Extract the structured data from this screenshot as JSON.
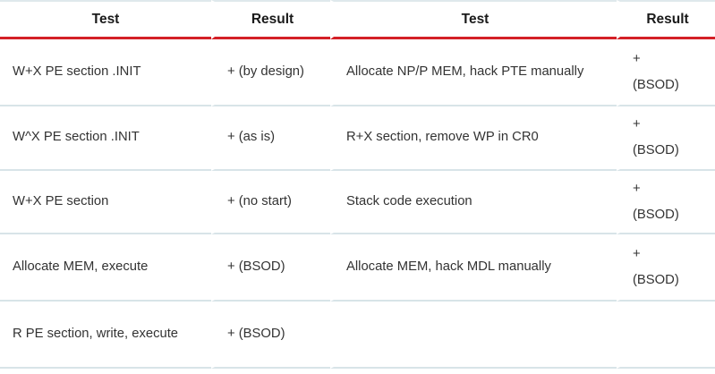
{
  "table": {
    "headers": [
      {
        "label": "Test",
        "name": "header-test-left"
      },
      {
        "label": "Result",
        "name": "header-result-left"
      },
      {
        "label": "Test",
        "name": "header-test-right"
      },
      {
        "label": "Result",
        "name": "header-result-right"
      }
    ],
    "accent_color": "#d42027",
    "divider_color": "#d8e4e8",
    "text_color": "#333333",
    "rows": [
      {
        "test_left": "W+X PE section .INIT",
        "result_left": "+ (by design)",
        "test_right": "Allocate NP/P MEM, hack PTE manually",
        "result_right": "+ (BSOD)"
      },
      {
        "test_left": "W^X PE section .INIT",
        "result_left": "+ (as is)",
        "test_right": "R+X section, remove WP in CR0",
        "result_right": "+ (BSOD)"
      },
      {
        "test_left": "W+X PE section",
        "result_left": "+ (no start)",
        "test_right": "Stack code execution",
        "result_right": "+ (BSOD)"
      },
      {
        "test_left": "Allocate MEM, execute",
        "result_left": "+ (BSOD)",
        "test_right": "Allocate MEM, hack MDL manually",
        "result_right": "+ (BSOD)"
      },
      {
        "test_left": "R PE section, write, execute",
        "result_left": "+ (BSOD)",
        "test_right": "",
        "result_right": ""
      }
    ]
  }
}
